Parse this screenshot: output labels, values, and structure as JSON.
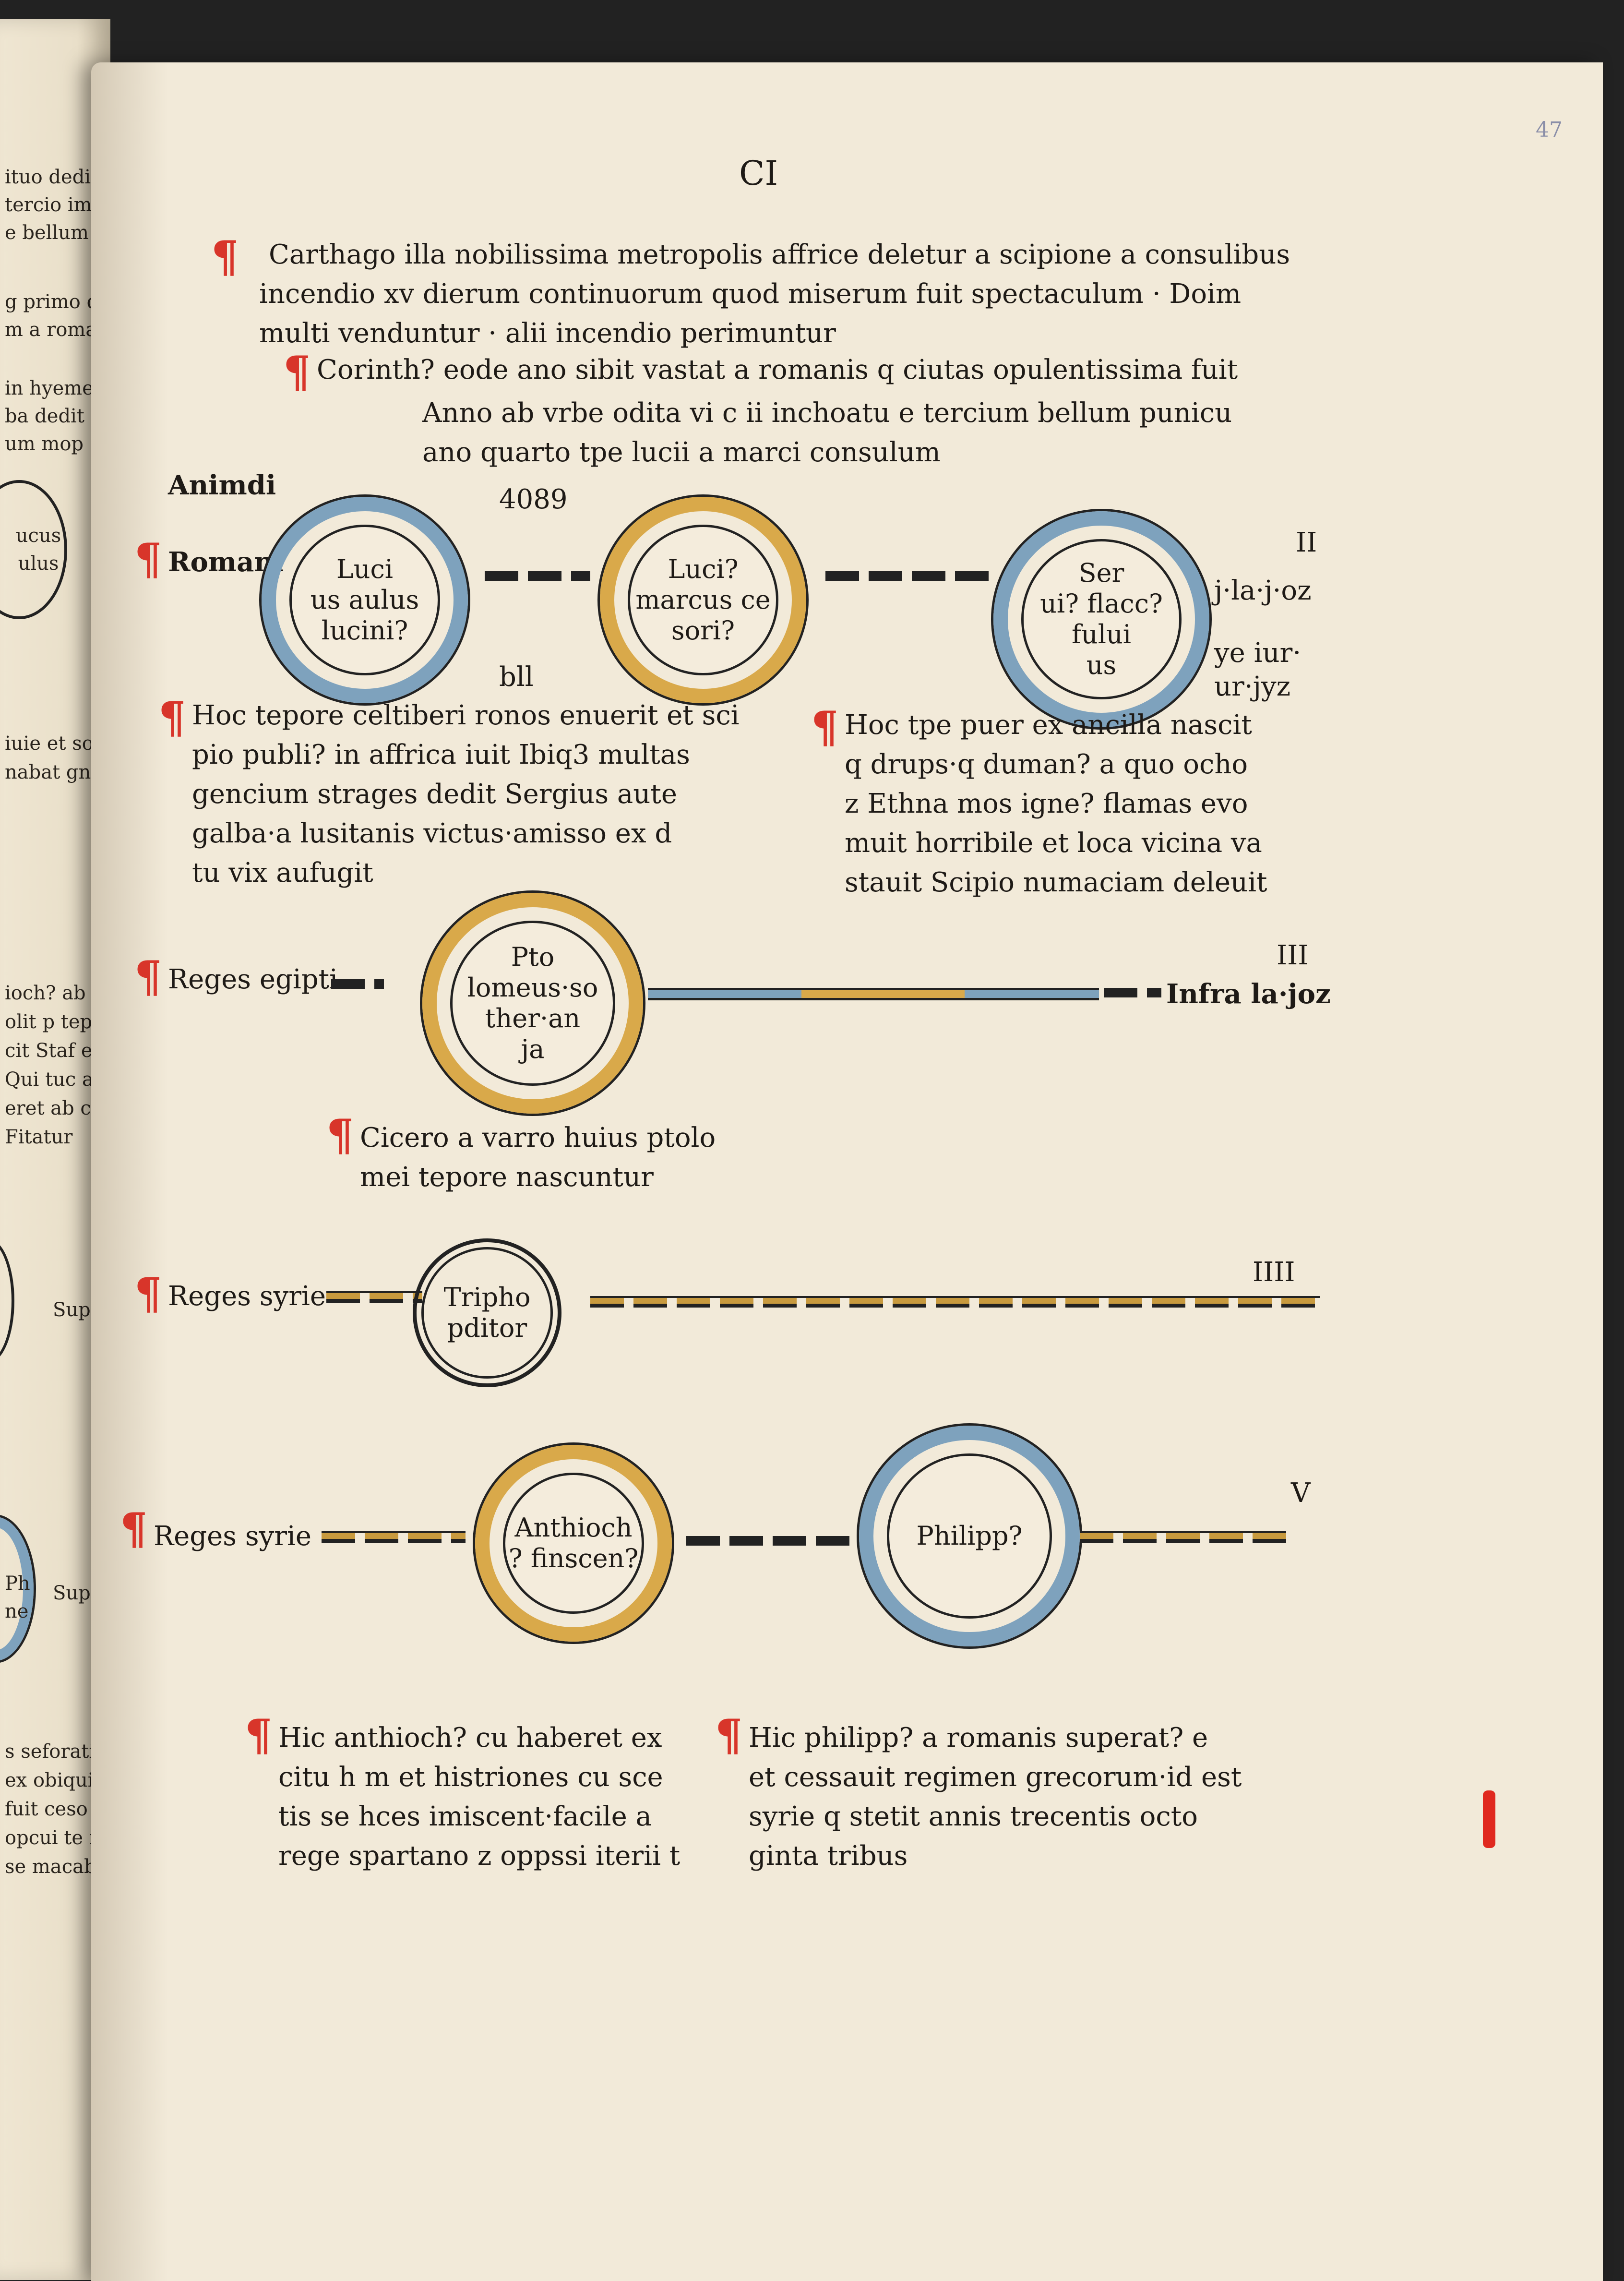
{
  "prev_page": {
    "lines_top": [
      "ituo dedit suoy",
      "tercio imp",
      "e bellum wid",
      "g primo d",
      "m a romano",
      "in hyeme",
      "ba dedit",
      "um mop"
    ],
    "circle_text": "ucus\nulus",
    "lines_mid": [
      "iuie et so",
      "nabat gno"
    ],
    "lines_lower": [
      "ioch? ab e puet",
      "olit p tepa",
      "cit Staf et i",
      "Qui tuc aim fe",
      "eret ab c ata",
      "Fitatur"
    ],
    "supra1": "Supra",
    "supra2": "Supra",
    "circle_text2": "Ph\nne",
    "lines_bottom": [
      "s seforatio",
      "ex obiqui",
      "fuit ceso dun",
      "opcui te no",
      "se macabati"
    ]
  },
  "page": {
    "folio": "CI",
    "corner_mark": "47",
    "top_text": [
      "Carthago illa nobilissima metropolis affrice deletur a scipione a consulibus",
      "incendio xv dierum continuorum quod miserum fuit spectaculum · Doim",
      "multi venduntur · alii incendio perimuntur"
    ],
    "corinth_text": "Corinth? eode ano sibit vastat a romanis q ciutas opulentissima fuit",
    "anno_text": [
      "Anno ab vrbe odita vi c ii inchoatu e tercium bellum punicu",
      "ano quarto tpe lucii a marci consulum"
    ],
    "anni_mundi": "Animdi",
    "year_number": "4089",
    "row2": {
      "label": "Romani",
      "circles": [
        "Luci\nus aulus\nlucini?",
        "Luci?\nmarcus ce\nsori?",
        "Ser\nui? flacc?\nfului\nus"
      ],
      "below_number": "bll",
      "roman": "II",
      "right_text": [
        "j·la·j·oz",
        "ye iur·",
        "ur·jyz"
      ],
      "left_note": [
        "Hoc tepore celtiberi ronos enuerit et sci",
        "pio publi? in affrica iuit Ibiq3 multas",
        "gencium strages dedit Sergius aute",
        "galba·a lusitanis victus·amisso ex d",
        "tu vix aufugit"
      ],
      "right_note": [
        "Hoc tpe puer ex ancilla nascit",
        "q drups·q duman? a quo ocho",
        "z Ethna mos igne? flamas evo",
        "muit horribile et loca vicina va",
        "stauit Scipio numaciam deleuit"
      ]
    },
    "row3": {
      "label": "Reges egipti",
      "circle": "Pto\nlomeus·so\nther·an\nja",
      "roman": "III",
      "right_text": "Infra la·joz",
      "note": [
        "Cicero a varro huius ptolo",
        "mei tepore nascuntur"
      ]
    },
    "row4": {
      "label": "Reges syrie",
      "circle": "Tripho\npditor",
      "roman": "IIII"
    },
    "row5": {
      "label": "Reges syrie",
      "circles": [
        "Anthioch\n? finscen?",
        "Philipp?"
      ],
      "roman": "V",
      "left_note": [
        "Hic anthioch? cu haberet ex",
        "citu h m et histriones cu sce",
        "tis se hces imiscent·facile a",
        "rege spartano z oppssi iterii t"
      ],
      "right_note": [
        "Hic philipp? a romanis superat? e",
        "et cessauit regimen grecorum·id est",
        "syrie q stetit annis trecentis octo",
        "ginta tribus"
      ]
    }
  }
}
